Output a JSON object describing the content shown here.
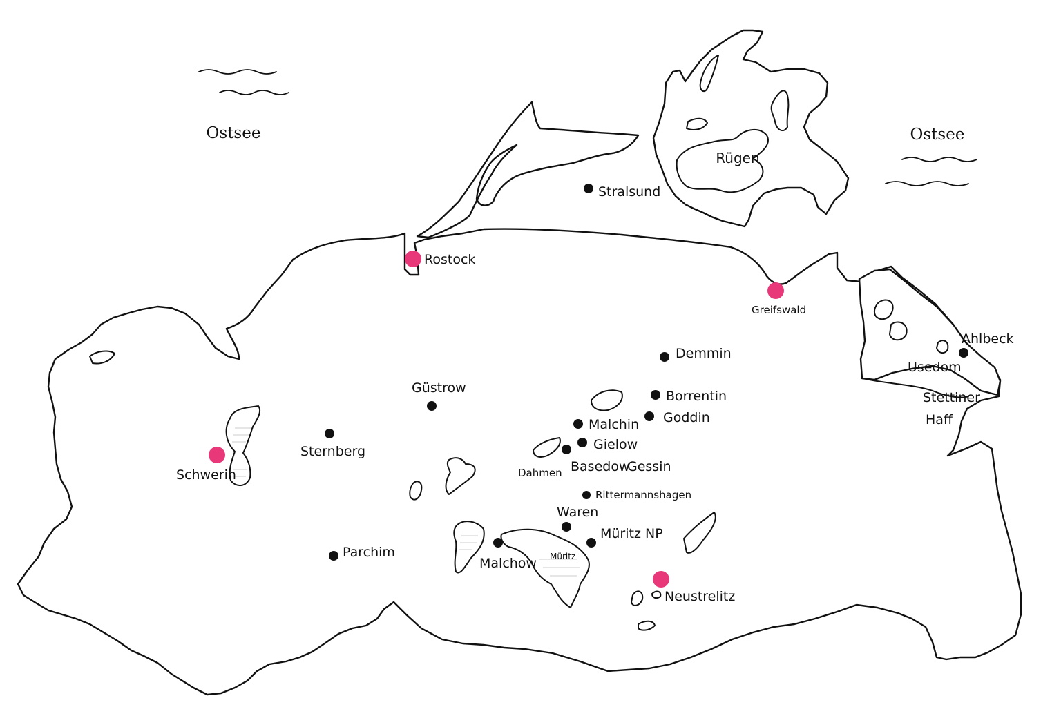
{
  "colors": {
    "major_city": "#e8387a",
    "town": "#111111",
    "outline": "#111111",
    "background": "#ffffff"
  },
  "map": {
    "seas": [
      "Ostsee",
      "Ostsee"
    ],
    "regions": [
      "Rügen",
      "Usedom",
      "Stettiner",
      "Haff"
    ],
    "lakes": [
      "Müritz"
    ],
    "major_cities": [
      "Rostock",
      "Greifswald",
      "Schwerin",
      "Neustrelitz"
    ],
    "towns": [
      "Stralsund",
      "Ahlbeck",
      "Demmin",
      "Güstrow",
      "Borrentin",
      "Goddin",
      "Malchin",
      "Gielow",
      "Sternberg",
      "Basedow",
      "Gessin",
      "Dahmen",
      "Rittermannshagen",
      "Waren",
      "Müritz NP",
      "Malchow",
      "Parchim"
    ]
  }
}
